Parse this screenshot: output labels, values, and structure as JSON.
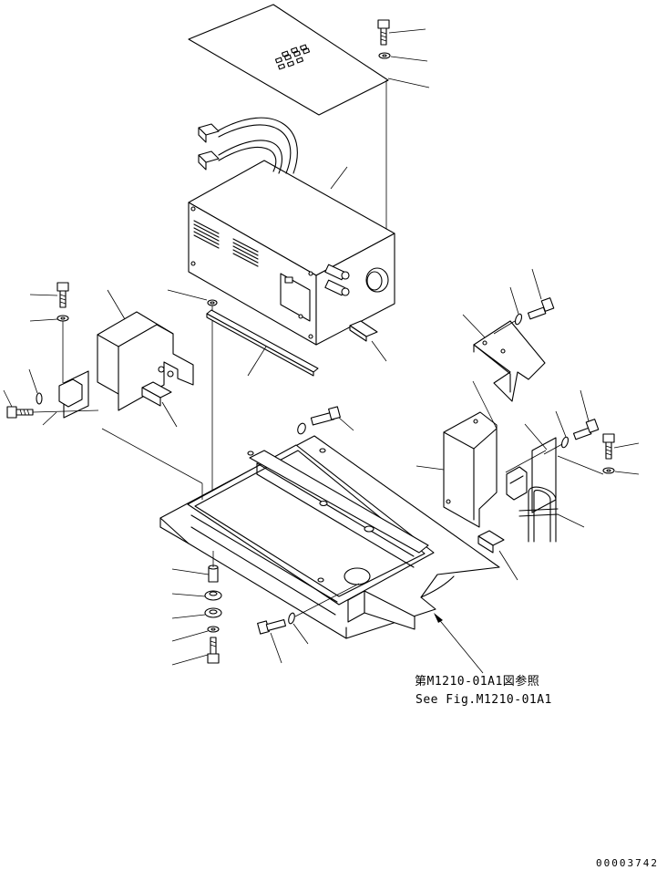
{
  "reference": {
    "line_jp": "第M1210-01A1図参照",
    "line_en": "See Fig.M1210-01A1"
  },
  "drawing_number": "00003742"
}
